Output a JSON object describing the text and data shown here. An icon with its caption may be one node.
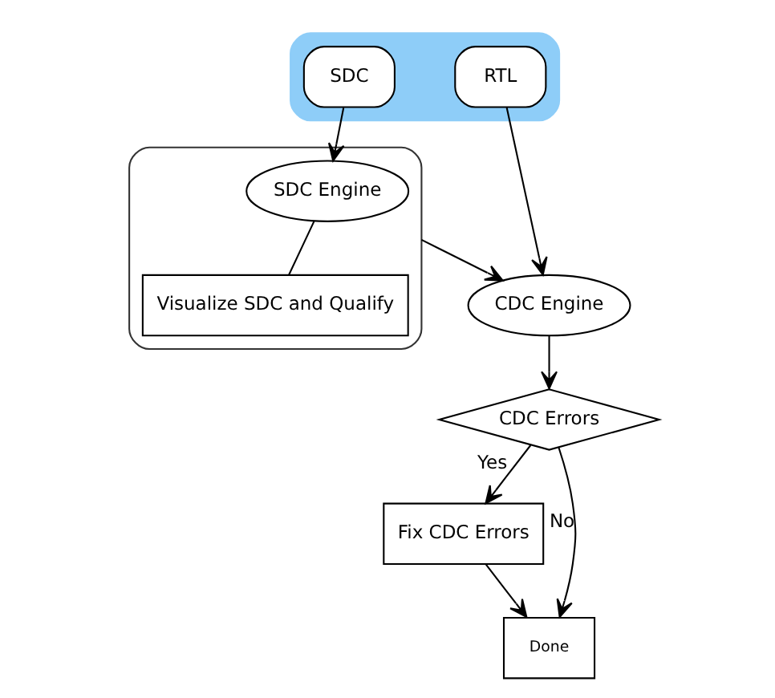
{
  "diagram": {
    "nodes": [
      {
        "text": [],
        "shape": "box"
      },
      {
        "text": [
          "RTL"
        ],
        "in": 0
      },
      {
        "text": [
          "SDC"
        ],
        "in": 0
      },
      {
        "text": [],
        "shape": "box"
      },
      {
        "text": [
          "SDC Engine"
        ],
        "in": 3
      },
      {
        "text": [
          "Visualize SDC and Qualify"
        ],
        "in": 3
      },
      {
        "text": [
          "CDC Engine"
        ]
      },
      {
        "text": [
          "CDC Errors"
        ]
      },
      {
        "text": [
          "Fix CDC Errors"
        ]
      },
      {
        "text": [
          "Done"
        ]
      }
    ],
    "edges": [
      {
        "from": 1,
        "to": 6,
        "arrow": "to"
      },
      {
        "from": 2,
        "to": 4,
        "arrow": "to"
      },
      {
        "from": 4,
        "to": 5,
        "arrow": "none"
      },
      {
        "from": 3,
        "to": 6,
        "arrow": "to"
      },
      {
        "from": 6,
        "to": 7,
        "arrow": "to"
      },
      {
        "from": 7,
        "to": 8,
        "label": "Yes",
        "arrow": "to"
      },
      {
        "from": 7,
        "to": 9,
        "label": "No",
        "arrow": "to"
      },
      {
        "from": 8,
        "to": 9,
        "arrow": "to"
      }
    ]
  }
}
